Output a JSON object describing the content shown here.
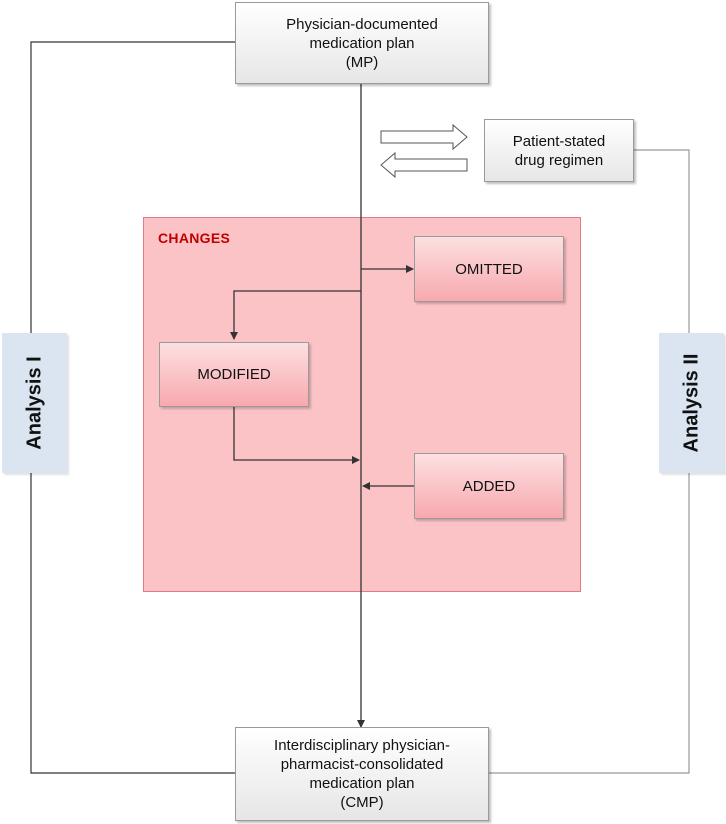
{
  "boxes": {
    "mp": [
      "Physician-documented",
      "medication plan",
      "(MP)"
    ],
    "patient": [
      "Patient-stated",
      "drug regimen"
    ],
    "cmp": [
      "Interdisciplinary physician-",
      "pharmacist-consolidated",
      "medication plan",
      "(CMP)"
    ],
    "omitted": "OMITTED",
    "modified": "MODIFIED",
    "added": "ADDED"
  },
  "changes_title": "CHANGES",
  "analysis_left": "Analysis I",
  "analysis_right": "Analysis II",
  "colors": {
    "changes_fill": "#fcc3c7",
    "changes_title": "#c00000",
    "analysis_fill": "#dbe5f1",
    "line": "#333333"
  }
}
